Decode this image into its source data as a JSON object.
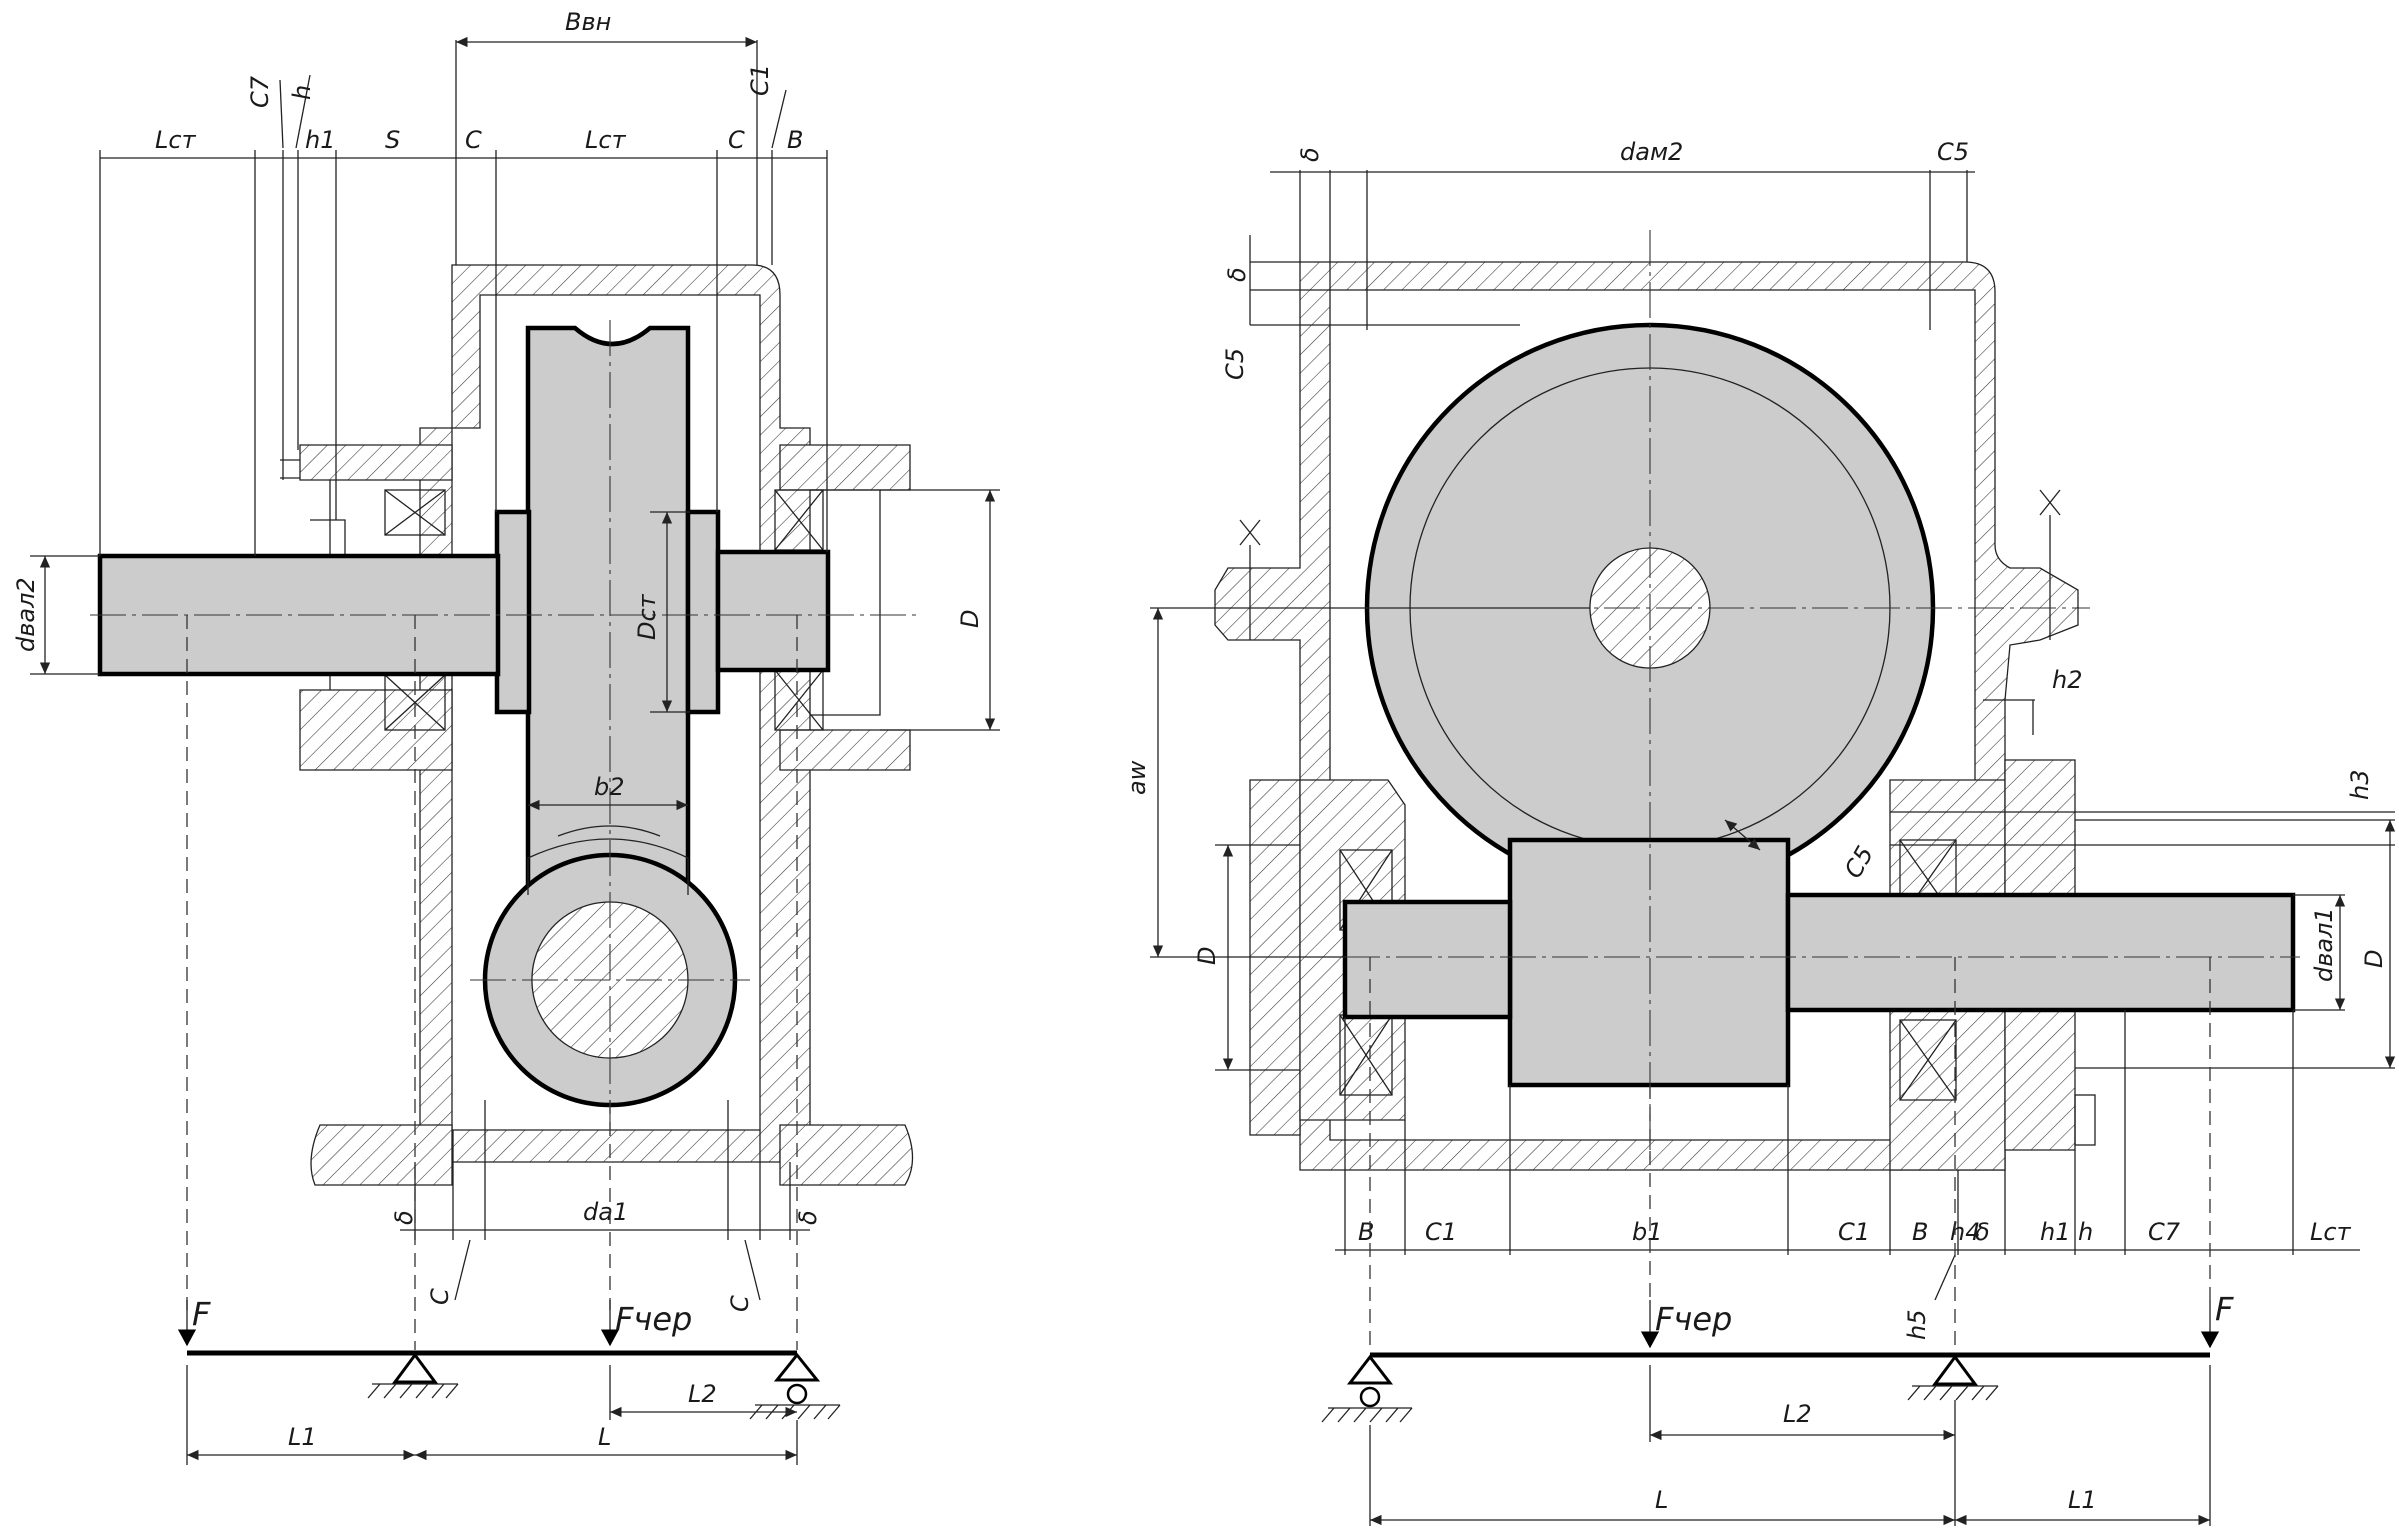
{
  "left_view": {
    "dims": {
      "B_vn": "Bвн",
      "C7": "C7",
      "h": "h",
      "C1": "C1",
      "L_st_outer": "Lст",
      "h1": "h1",
      "S": "S",
      "C_left": "C",
      "L_st_inner": "Lст",
      "C_right": "C",
      "B": "B",
      "d_val2": "dвал2",
      "D_st": "Dст",
      "D": "D",
      "b2": "b2",
      "delta_left": "δ",
      "d_a1": "da1",
      "delta_right": "δ",
      "C_bottom_left": "C",
      "C_bottom_right": "C"
    },
    "beam": {
      "F": "F",
      "F_cher": "Fчер",
      "L1": "L1",
      "L": "L",
      "L2": "L2"
    }
  },
  "right_view": {
    "dims": {
      "delta_top": "δ",
      "d_am2": "dам2",
      "C5_top": "C5",
      "delta_side": "δ",
      "C5_side": "C5",
      "a_w": "aw",
      "h2": "h2",
      "h3": "h3",
      "C5_diag": "C5",
      "D_left": "D",
      "d_val1": "dвал1",
      "D_right": "D",
      "B_left": "B",
      "C1_left": "C1",
      "b1": "b1",
      "C1_right": "C1",
      "B_right": "B",
      "h4": "h4",
      "delta_b": "δ",
      "h1": "h1",
      "h": "h",
      "C7": "C7",
      "L_st": "Lст",
      "h5": "h5"
    },
    "beam": {
      "F_cher": "Fчер",
      "F": "F",
      "L2": "L2",
      "L": "L",
      "L1": "L1"
    }
  }
}
